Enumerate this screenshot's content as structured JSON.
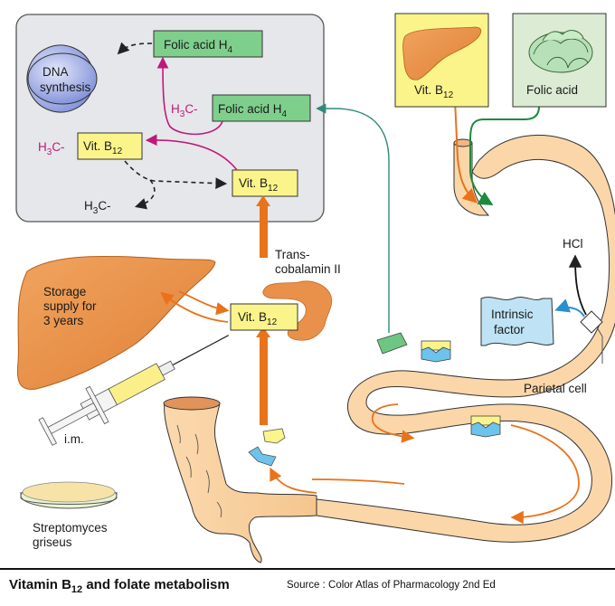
{
  "diagram": {
    "cell_box": {
      "dna_synthesis": [
        "DNA",
        "synthesis"
      ],
      "folic_acid_h4": {
        "text": "Folic acid H",
        "sub": "4"
      },
      "methyl_folic_acid_h4": {
        "prefix": "H",
        "prefix_sub": "3",
        "prefix_end": "C-",
        "text": "Folic acid H",
        "sub": "4"
      },
      "methyl_vit_b12": {
        "prefix": "H",
        "prefix_sub": "3",
        "prefix_end": "C-",
        "text": "Vit. B",
        "sub": "12"
      },
      "vit_b12": {
        "text": "Vit. B",
        "sub": "12"
      },
      "methyl_group": {
        "text": "H",
        "sub": "3",
        "end": "C-"
      }
    },
    "sources": {
      "vit_b12_source": {
        "text": "Vit. B",
        "sub": "12",
        "icon": "liver-icon"
      },
      "folic_acid_source": {
        "text": "Folic acid",
        "icon": "lettuce-icon"
      }
    },
    "transport": {
      "transcobalamin": [
        "Trans-",
        "cobalamin II"
      ],
      "vit_b12_blood": {
        "text": "Vit. B",
        "sub": "12"
      }
    },
    "storage": {
      "liver_label": [
        "Storage",
        "supply for",
        "3 years"
      ]
    },
    "injection": {
      "label": "i.m."
    },
    "culture": {
      "label": [
        "Streptomyces",
        "griseus"
      ]
    },
    "stomach": {
      "hcl": "HCl",
      "intrinsic_factor": [
        "Intrinsic",
        "factor"
      ],
      "parietal_cell": "Parietal cell"
    },
    "colors": {
      "orange_arrow": "#e8731a",
      "green_arrow": "#1e8a3c",
      "magenta_arrow": "#c0187a",
      "teal_line": "#2f8a7a",
      "cell_bg": "#e6e7eb",
      "green_box": "#7fcf8c",
      "yellow_box": "#fbf48a",
      "gut": "#fbd6a8",
      "liver": "#e9914a",
      "intrinsic_factor": "#bfe3f5"
    }
  },
  "caption": {
    "title": "Vitamin B",
    "title_sub": "12",
    "title_end": " and folate metabolism",
    "source": "Source : Color Atlas of Pharmacology 2nd Ed"
  }
}
